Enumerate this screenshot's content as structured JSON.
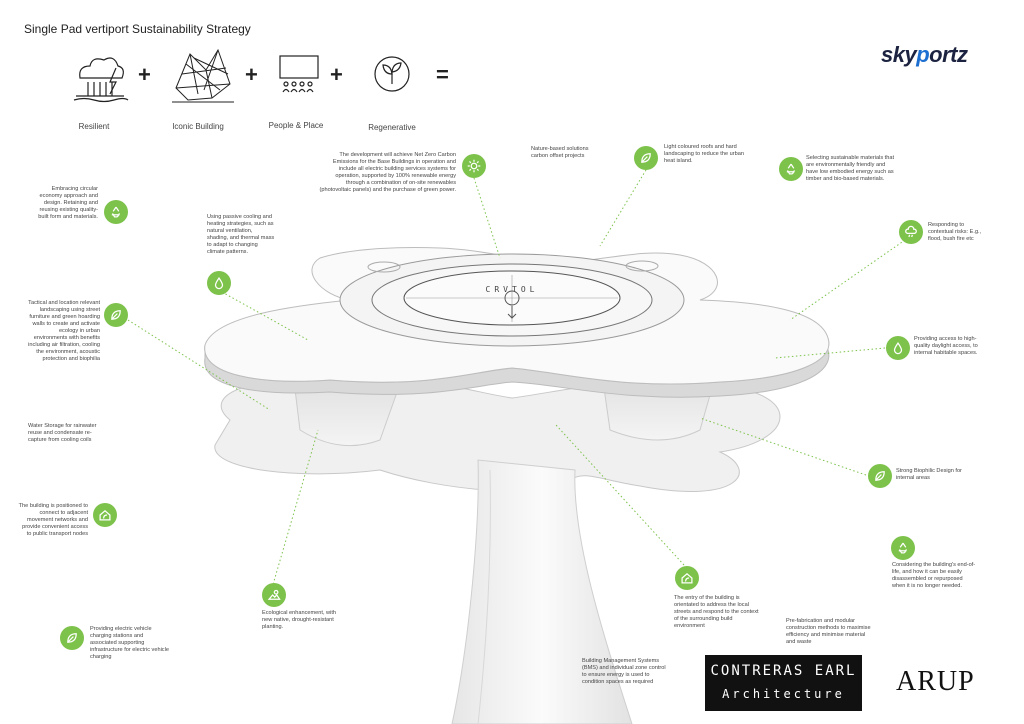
{
  "title": "Single Pad vertiport Sustainability Strategy",
  "formula": {
    "labels": [
      "Resilient",
      "Iconic Building",
      "People & Place",
      "Regenerative"
    ],
    "plus": "+",
    "equals": "="
  },
  "brand": {
    "pre": "sky",
    "o": "p",
    "post": "ortz"
  },
  "pad_text": "CRVTOL",
  "notes": {
    "circular": "Embracing circular economy approach and design. Retaining and reusing existing quality-built form and materials.",
    "passive": "Using passive cooling and heating strategies, such as natural ventilation, shading, and thermal mass to adapt to changing climate patterns.",
    "netzero": "The development will achieve Net Zero Carbon Emissions for the Base Buildings in operation and include all electric building services systems for operation, supported by 100% renewable energy through a combination of on-site renewables (photovoltaic panels) and the purchase of green power.",
    "nature": "Nature-based solutions carbon offset projects",
    "roofs": "Light coloured roofs and hard landscaping to reduce the urban heat island.",
    "materials": "Selecting sustainable materials that are environmentally friendly and have low embodied energy such as timber and bio-based materials.",
    "contextual": "Responding to contextual risks: E.g., flood, bush fire etc",
    "landscaping": "Tactical and location relevant landscaping using street furniture and green hoarding walls to create and activate ecology in urban environments with benefits including air filtration, cooling the environment, acoustic protection and biophilia",
    "daylight": "Providing access to high-quality daylight access, to internal habitable spaces.",
    "water": "Water Storage for rainwater reuse and condensate re-capture from cooling coils",
    "biophilic": "Strong Biophilic Design for internal areas",
    "transport": "The building is positioned to connect to adjacent movement networks and provide convenient access to public transport nodes",
    "endoflife": "Considering the building's end-of-life, and how it can be easily disassembled or repurposed when it is no longer needed.",
    "ecological": "Ecological enhancement, with new native, drought-resistant planting.",
    "entry": "The entry of the building is orientated to address the local streets and respond to the context of the surrounding build environment",
    "prefab": "Pre-fabrication and modular construction methods to maximise efficiency and minimise material and waste",
    "ev": "Providing electric vehicle charging stations and associated supporting infrastructure for electric vehicle charging",
    "bms": "Building Management Systems (BMS) and individual zone control to ensure energy is used to condition spaces as required"
  },
  "logos": {
    "contreras_line1": "CONTRERAS EARL",
    "contreras_line2": "Architecture",
    "arup": "ARUP"
  },
  "colors": {
    "accent_green": "#7dc24b",
    "brand_navy": "#1c2340",
    "brand_blue": "#1c6fd0"
  }
}
